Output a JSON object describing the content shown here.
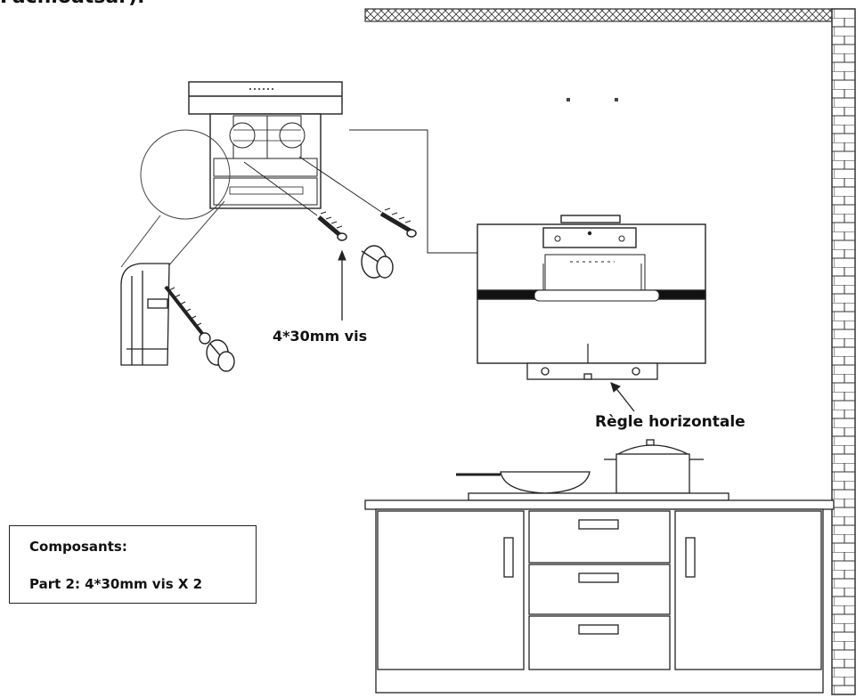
{
  "top_text": "Fachloatsar).",
  "labels": {
    "screws": "4*30mm vis",
    "ruler": "Règle horizontale"
  },
  "components_box": {
    "title": "Composants:",
    "part": "Part 2: 4*30mm vis X 2"
  },
  "colors": {
    "line": "#222222",
    "fill": "#ffffff",
    "dark_band": "#111111"
  }
}
